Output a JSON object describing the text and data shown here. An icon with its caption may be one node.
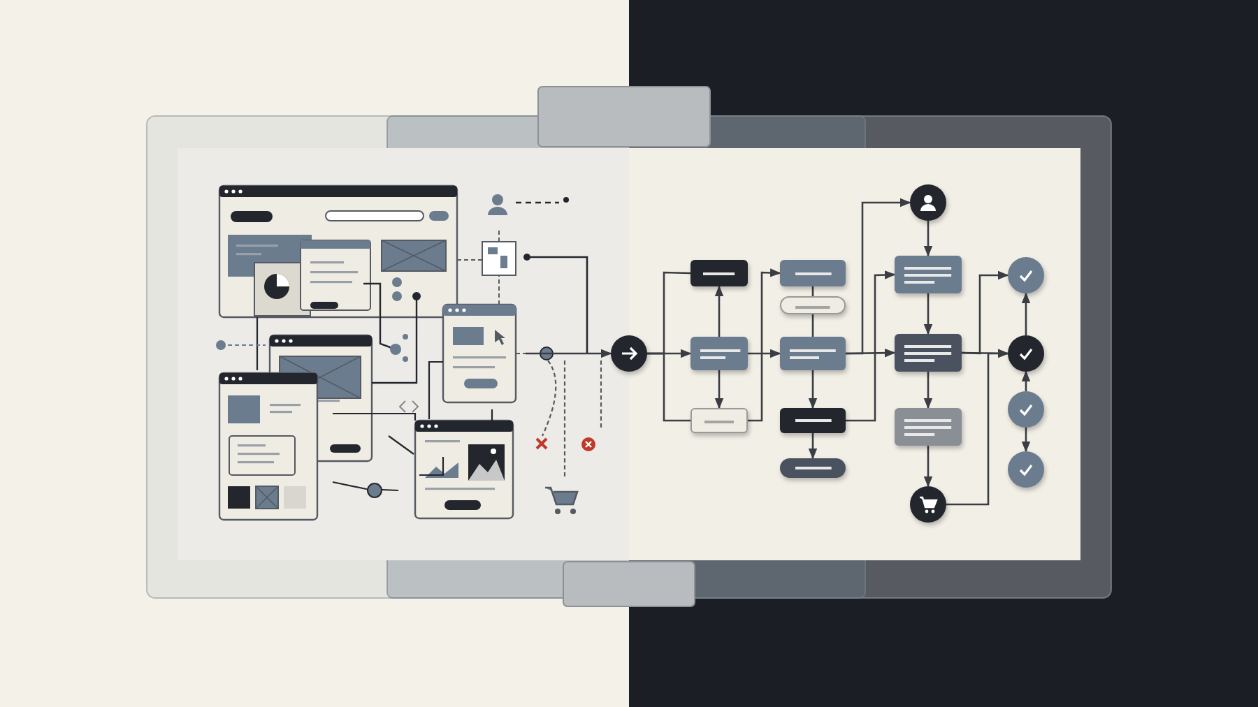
{
  "diagram": {
    "nodes": [
      {
        "text": [],
        "shape": "circle"
      },
      {
        "text": [],
        "shape": "box"
      },
      {
        "text": [],
        "shape": "box"
      },
      {
        "text": [],
        "shape": "box"
      },
      {
        "text": [],
        "shape": "box"
      },
      {
        "text": [],
        "shape": "box"
      },
      {
        "text": [],
        "shape": "box"
      },
      {
        "text": [],
        "shape": "box"
      },
      {
        "text": [],
        "shape": "box"
      },
      {
        "text": [],
        "shape": "circle"
      },
      {
        "text": [],
        "shape": "box"
      },
      {
        "text": [],
        "shape": "box"
      },
      {
        "text": [],
        "shape": "box"
      },
      {
        "text": [],
        "shape": "circle"
      },
      {
        "text": [],
        "shape": "circle"
      },
      {
        "text": [],
        "shape": "circle"
      },
      {
        "text": [],
        "shape": "circle"
      },
      {
        "text": [],
        "shape": "circle"
      }
    ],
    "edges": [
      {
        "from": null,
        "to": 0,
        "arrow": "to"
      },
      {
        "from": 0,
        "to": 2,
        "arrow": "to"
      },
      {
        "from": 0,
        "to": 1,
        "arrow": "none"
      },
      {
        "from": 0,
        "to": 3,
        "arrow": "none"
      },
      {
        "from": 2,
        "to": 1,
        "arrow": "to"
      },
      {
        "from": 2,
        "to": 3,
        "arrow": "to"
      },
      {
        "from": 2,
        "to": 6,
        "arrow": "to"
      },
      {
        "from": 3,
        "to": 4,
        "arrow": "to"
      },
      {
        "from": 4,
        "to": 5,
        "arrow": "none"
      },
      {
        "from": 5,
        "to": 6,
        "arrow": "none"
      },
      {
        "from": 6,
        "to": 7,
        "arrow": "to"
      },
      {
        "from": 7,
        "to": 8,
        "arrow": "to"
      },
      {
        "from": 6,
        "to": 9,
        "arrow": "to"
      },
      {
        "from": 6,
        "to": 11,
        "arrow": "to"
      },
      {
        "from": 7,
        "to": 10,
        "arrow": "to"
      },
      {
        "from": 9,
        "to": 10,
        "arrow": "to"
      },
      {
        "from": 10,
        "to": 11,
        "arrow": "to"
      },
      {
        "from": 11,
        "to": 12,
        "arrow": "to"
      },
      {
        "from": 12,
        "to": 13,
        "arrow": "to"
      },
      {
        "from": 13,
        "to": 15,
        "arrow": "to"
      },
      {
        "from": 11,
        "to": 14,
        "arrow": "to"
      },
      {
        "from": 11,
        "to": 15,
        "arrow": "to"
      },
      {
        "from": 15,
        "to": 14,
        "arrow": "to"
      },
      {
        "from": 16,
        "to": 15,
        "arrow": "to"
      },
      {
        "from": 16,
        "to": 17,
        "arrow": "to"
      }
    ]
  }
}
